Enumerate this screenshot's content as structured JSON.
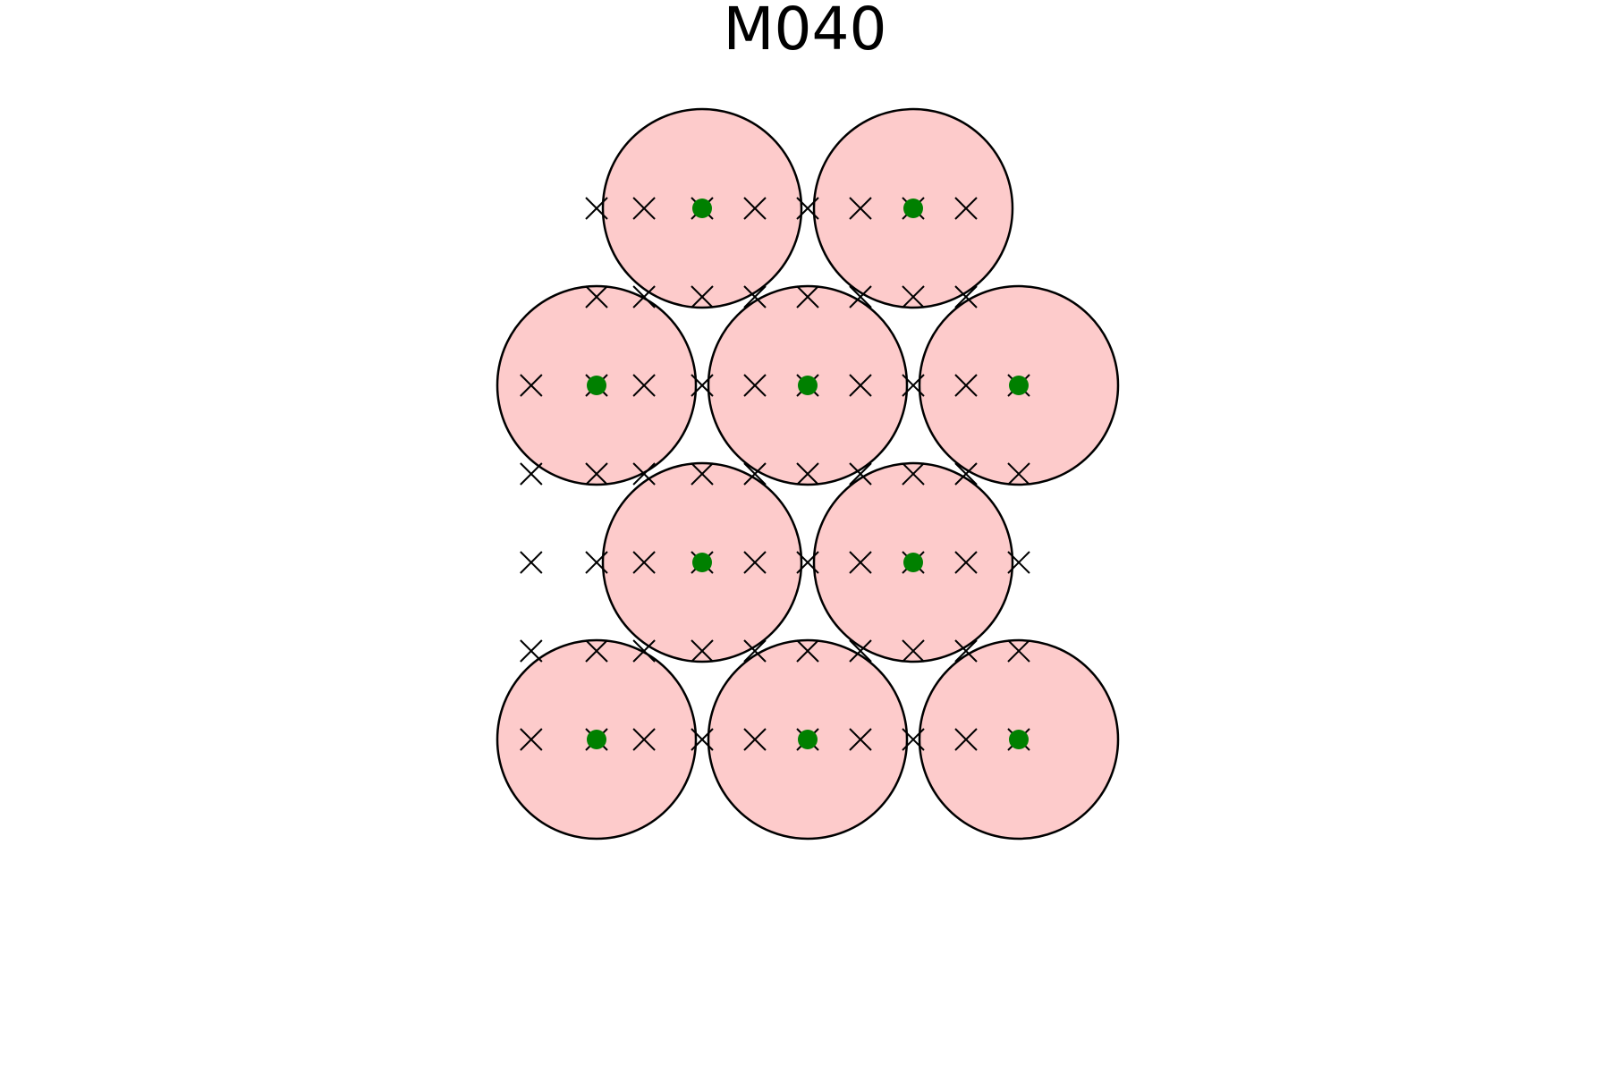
{
  "title": "M040",
  "colors": {
    "disk_fill": "#fdcbcb",
    "disk_stroke": "#000000",
    "center_marker": "#008000",
    "cross_marker": "#000000"
  },
  "chart_data": {
    "type": "scatter",
    "grid": false,
    "disks": [
      {
        "row": 1,
        "x": 1,
        "y": 1
      },
      {
        "row": 1,
        "x": 3,
        "y": 1
      },
      {
        "row": 2,
        "x": 0,
        "y": 2
      },
      {
        "row": 2,
        "x": 2,
        "y": 2
      },
      {
        "row": 2,
        "x": 4,
        "y": 2
      },
      {
        "row": 3,
        "x": 1,
        "y": 3
      },
      {
        "row": 3,
        "x": 3,
        "y": 3
      },
      {
        "row": 4,
        "x": 0,
        "y": 4
      },
      {
        "row": 4,
        "x": 2,
        "y": 4
      },
      {
        "row": 4,
        "x": 4,
        "y": 4
      }
    ],
    "crosses_x_by_row": {
      "row_1": [
        0,
        0.45,
        1,
        1.5,
        2,
        2.5,
        3,
        3.5
      ],
      "row_1_5": [
        0,
        0.45,
        1,
        1.5,
        2,
        2.5,
        3,
        3.5
      ],
      "row_2": [
        -0.62,
        0,
        0.45,
        1,
        1.5,
        2,
        2.5,
        3,
        3.5,
        4
      ],
      "row_2_5": [
        -0.62,
        0,
        0.45,
        1,
        1.5,
        2,
        2.5,
        3,
        3.5,
        4
      ],
      "row_3": [
        -0.62,
        0,
        0.45,
        1,
        1.5,
        2,
        2.5,
        3,
        3.5,
        4
      ],
      "row_3_5": [
        -0.62,
        0,
        0.45,
        1,
        1.5,
        2,
        2.5,
        3,
        3.5,
        4
      ],
      "row_4": [
        -0.62,
        0,
        0.45,
        1,
        1.5,
        2,
        2.5,
        3,
        3.5,
        4
      ]
    }
  }
}
